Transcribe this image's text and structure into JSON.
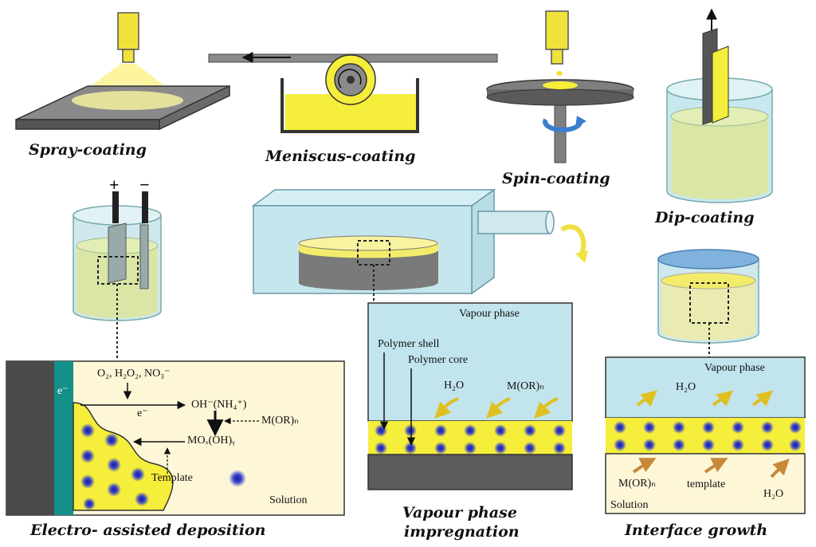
{
  "captions": {
    "spray": "Spray-coating",
    "meniscus": "Meniscus-coating",
    "spin": "Spin-coating",
    "dip": "Dip-coating",
    "electro": "Electro- assisted deposition",
    "vapour_line1": "Vapour phase",
    "vapour_line2": "impregnation",
    "interface": "Interface growth"
  },
  "electro_panel": {
    "plus": "+",
    "minus": "−",
    "electron_a": "e⁻",
    "electron_b": "e⁻",
    "reactants": "O₂, H₂O₂, NO₃⁻",
    "hydroxide": "OH⁻(NH₄⁺)",
    "alkoxide": "M(OR)ₙ",
    "product": "MOₓ(OH)ᵧ",
    "template": "Template",
    "solution": "Solution"
  },
  "vapour_panel": {
    "phase": "Vapour phase",
    "shell": "Polymer shell",
    "core": "Polymer core",
    "water": "H₂O",
    "alkoxide": "M(OR)ₙ"
  },
  "interface_panel": {
    "phase": "Vapour phase",
    "water_top": "H₂O",
    "alkoxide": "M(OR)ₙ",
    "template": "template",
    "water_bottom": "H₂O",
    "solution": "Solution"
  }
}
